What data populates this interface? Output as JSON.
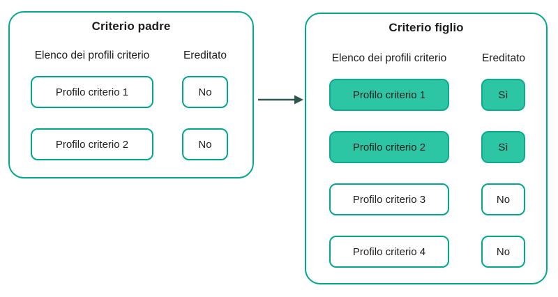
{
  "diagram": {
    "parent": {
      "title": "Criterio padre",
      "list_header": "Elenco dei profili criterio",
      "inherited_header": "Ereditato",
      "rows": [
        {
          "profile": "Profilo criterio 1",
          "inherited": "No",
          "highlighted": false
        },
        {
          "profile": "Profilo criterio 2",
          "inherited": "No",
          "highlighted": false
        }
      ]
    },
    "child": {
      "title": "Criterio figlio",
      "list_header": "Elenco dei profili criterio",
      "inherited_header": "Ereditato",
      "rows": [
        {
          "profile": "Profilo criterio 1",
          "inherited": "Sì",
          "highlighted": true
        },
        {
          "profile": "Profilo criterio 2",
          "inherited": "Sì",
          "highlighted": true
        },
        {
          "profile": "Profilo criterio 3",
          "inherited": "No",
          "highlighted": false
        },
        {
          "profile": "Profilo criterio 4",
          "inherited": "No",
          "highlighted": false
        }
      ]
    },
    "colors": {
      "outline_teal": "#00a88e",
      "highlight_fill": "#2cc6a4",
      "highlight_border": "#0cab8f",
      "arrow": "#2e564f",
      "text": "#1d1d1b"
    },
    "arrow_icon": "arrow-right"
  }
}
